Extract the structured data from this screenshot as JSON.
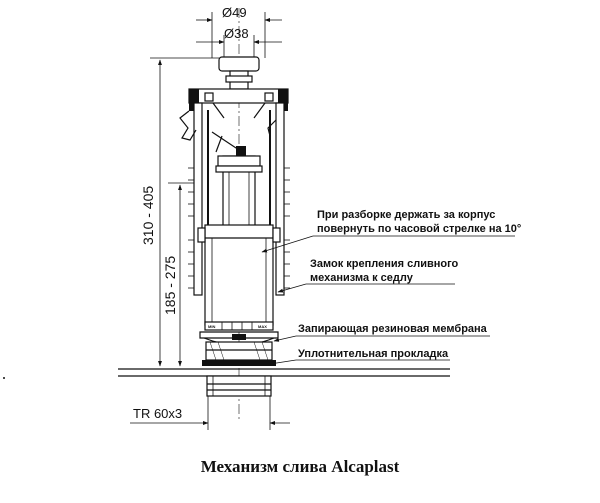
{
  "dimensions": {
    "outer_diameter": "Ø49",
    "inner_diameter": "Ø38",
    "total_height": "310 - 405",
    "lower_height": "185 - 275",
    "thread": "TR 60x3"
  },
  "scale_marks": {
    "min": "MIN",
    "max": "MAX"
  },
  "callouts": [
    {
      "line1": "При разборке держать за корпус",
      "line2": "повернуть по часовой стрелке на 10°"
    },
    {
      "line1": "Замок крепления сливного",
      "line2": "механизма к седлу"
    },
    {
      "line1": "Запирающая резиновая мембрана",
      "line2": ""
    },
    {
      "line1": "Уплотнительная прокладка",
      "line2": ""
    }
  ],
  "caption": "Механизм слива Alcaplast"
}
